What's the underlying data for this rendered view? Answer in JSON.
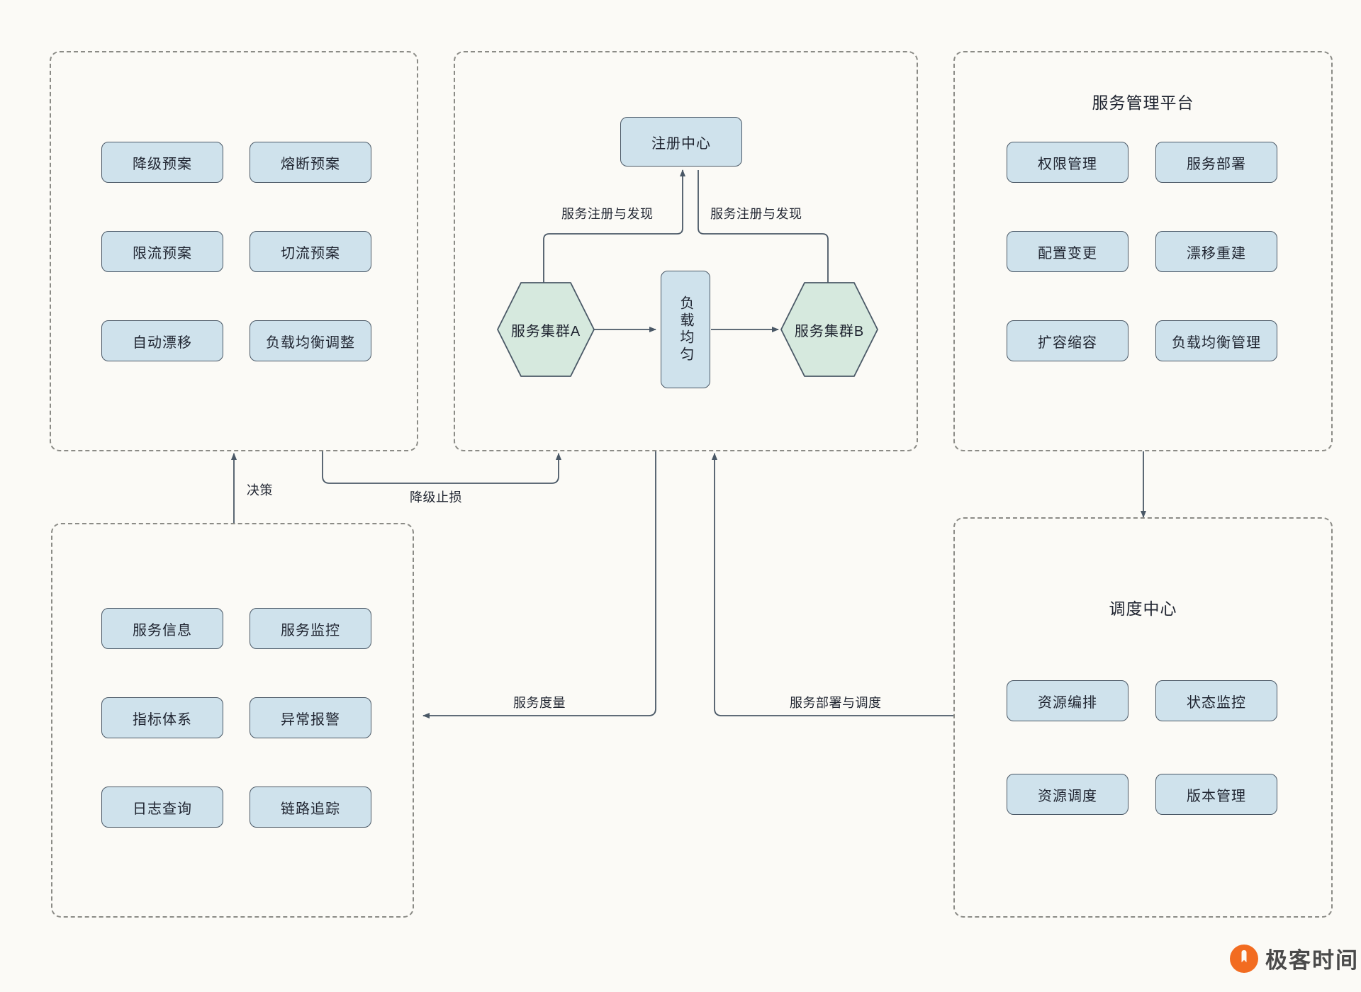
{
  "diagram": {
    "title_text": "",
    "background_color": "#fbfaf6",
    "node_fill_blue": "#cfe2ec",
    "node_fill_green": "#d6e9de",
    "node_stroke": "#4a5866",
    "panel_stroke": "#8b8b86"
  },
  "panels": {
    "plans": {
      "title": "",
      "items": [
        {
          "label": "降级预案"
        },
        {
          "label": "熔断预案"
        },
        {
          "label": "限流预案"
        },
        {
          "label": "切流预案"
        },
        {
          "label": "自动漂移"
        },
        {
          "label": "负载均衡调整"
        }
      ]
    },
    "runtime": {
      "title": "",
      "registry": {
        "label": "注册中心"
      },
      "cluster_a": {
        "label": "服务集群A"
      },
      "load_balancer": {
        "label": "负载均匀"
      },
      "cluster_b": {
        "label": "服务集群B"
      }
    },
    "management": {
      "title": "服务管理平台",
      "items": [
        {
          "label": "权限管理"
        },
        {
          "label": "服务部署"
        },
        {
          "label": "配置变更"
        },
        {
          "label": "漂移重建"
        },
        {
          "label": "扩容缩容"
        },
        {
          "label": "负载均衡管理"
        }
      ]
    },
    "observability": {
      "title": "",
      "items": [
        {
          "label": "服务信息"
        },
        {
          "label": "服务监控"
        },
        {
          "label": "指标体系"
        },
        {
          "label": "异常报警"
        },
        {
          "label": "日志查询"
        },
        {
          "label": "链路追踪"
        }
      ]
    },
    "scheduler": {
      "title": "调度中心",
      "items": [
        {
          "label": "资源编排"
        },
        {
          "label": "状态监控"
        },
        {
          "label": "资源调度"
        },
        {
          "label": "版本管理"
        }
      ]
    }
  },
  "edges": {
    "register_discover_a": "服务注册与发现",
    "register_discover_b": "服务注册与发现",
    "decision": "决策",
    "degrade_stop_loss": "降级止损",
    "service_metrics": "服务度量",
    "deploy_schedule": "服务部署与调度"
  },
  "watermark": {
    "text": "极客时间",
    "logo_color": "#f26c21"
  }
}
